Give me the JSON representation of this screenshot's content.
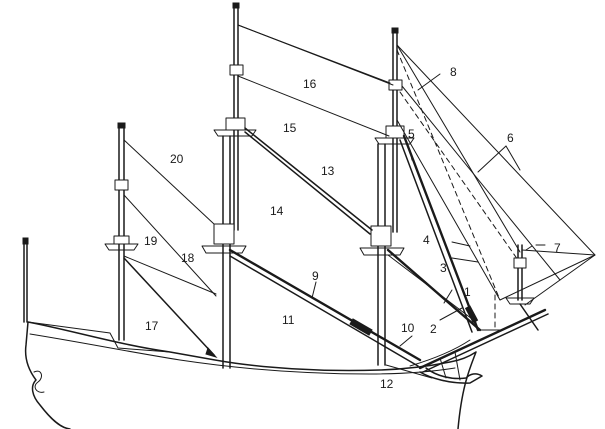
{
  "labels": {
    "l1": "1",
    "l2": "2",
    "l3": "3",
    "l4": "4",
    "l5": "5",
    "l6": "6",
    "l7": "7",
    "l8": "8",
    "l9": "9",
    "l10": "10",
    "l11": "11",
    "l12": "12",
    "l13": "13",
    "l14": "14",
    "l15": "15",
    "l16": "16",
    "l17": "17",
    "l18": "18",
    "l19": "19",
    "l20": "20"
  },
  "colors": {
    "ink": "#1a1a1a",
    "paper": "#ffffff"
  }
}
